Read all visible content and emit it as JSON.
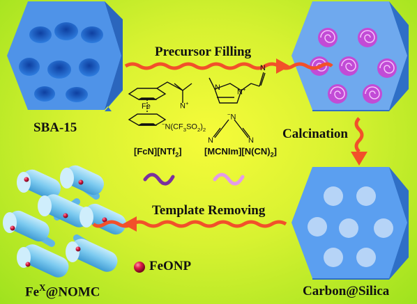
{
  "steps": {
    "precursor_filling": "Precursor Filling",
    "calcination": "Calcination",
    "template_removing": "Template Removing"
  },
  "materials": {
    "sba15": "SBA-15",
    "carbon_silica": "Carbon@Silica",
    "fe_nomc_prefix": "Fe",
    "fe_nomc_sup": "X",
    "fe_nomc_suffix": "@NOMC"
  },
  "legend": {
    "feonp": "FeONP"
  },
  "molecules": {
    "fcn_ntf2": {
      "cation": "[FcN]",
      "anion": "[NTf",
      "anion_sub": "2",
      "anion_end": "]",
      "fe_atom": "Fe",
      "ntf_label": "N(CF",
      "ntf_sub1": "3",
      "ntf_mid": "SO",
      "ntf_sub2": "2",
      "ntf_end": ")",
      "ntf_sub3": "2",
      "n_plus": "N",
      "plus": "+",
      "minus": "−"
    },
    "mcnim_ncn2": {
      "name_a": "[MCNIm][N(CN)",
      "name_sub": "2",
      "name_end": "]",
      "n1": "N",
      "n2": "N",
      "plus": "+",
      "n_anion": "N",
      "minus": "−",
      "n_nitrile": "N",
      "n_left": "N",
      "n_right": "N"
    }
  },
  "colors": {
    "hex_face": "#4f93e8",
    "hex_side": "#2f6fc6",
    "pore_dark": "#1452b8",
    "filled_face": "#7fb6f2",
    "swirl": "#c24bd6",
    "carbon_pore": "#b6d4f7",
    "arrow": "#f2502a",
    "feonp": "#e01f4a",
    "rod": "#8fd3f2",
    "wave_purple": "#7a2f9e",
    "wave_pink": "#e39be8"
  }
}
